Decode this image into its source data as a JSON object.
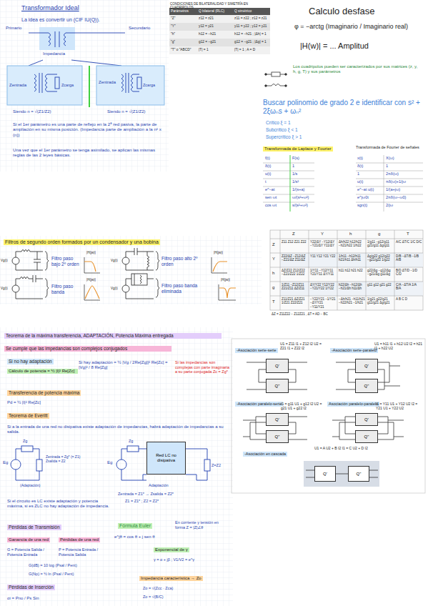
{
  "diagram": {
    "nodes": [
      {
        "text": [
          "Red LC no disipativa"
        ]
      },
      {
        "text": [
          "Q'"
        ]
      },
      {
        "text": [
          "Q''"
        ]
      },
      {
        "text": [
          "Q'"
        ]
      },
      {
        "text": [
          "Q''"
        ]
      },
      {
        "text": [
          "Q'"
        ]
      },
      {
        "text": [
          "Q''"
        ]
      },
      {
        "text": [
          "Q'"
        ]
      },
      {
        "text": [
          "Q''"
        ]
      },
      {
        "text": [
          "Q'"
        ]
      },
      {
        "text": [
          "Q''"
        ]
      }
    ],
    "edges": [
      {
        "from": 9,
        "to": 10,
        "arrow": "none"
      }
    ],
    "labels": [
      "Transformador Ideal",
      "La idea es convertir un (CIF IU(Q)).",
      "Primario",
      "Secundario",
      "Impedancia",
      "Zentrada",
      "Zcarga",
      "Zentrada",
      "Zcarga",
      "Siendo n = √(Z1/Z2)",
      "Siendo n = √(Z1/Z2)",
      "Si el 1er parámetro es una parte de reflejo en la 2ª red pasiva, la parte de ampliación en su misma posición. (Impedancia parte de ampliación a la n² x (n))",
      "Una vez que el 1er parámetro se tenga asimilado, se aplican las mismas reglas de las 2 leyes básicas.",
      "CONDICIONES DE BILATERALIDAD Y SIMETRÍA EN CUADRIPOLOS",
      "Parámetros",
      "Q bilateral (RLC)",
      "Q simétrico",
      "\"Z\"",
      "z12 = z21",
      "z11 = z22 ; z12 = z21",
      "\"Y\"",
      "y12 = y21",
      "y11 = y22 ; y12 = y21",
      "\"h\"",
      "h12 = −h21",
      "h12 = −h21 ; |Δh| = 1",
      "\"g\"",
      "g12 = −g21",
      "g12 = −g21 ; |Δg| = 1",
      "\"T\" o \"ABCD\"",
      "|T| = 1",
      "|T| = 1 ; A = D",
      "Calculo desfase",
      "φ = −arctg (Imaginario / Imaginario real)",
      "|H(w)| = ... Amplitud",
      "Los cuadripolos pueden ser caracterizados por sus matrices (z, y, h, g, T) y sus parámetros",
      "Buscar polinomio de grado 2 e identificar con s² + 2ξωₙs + ωₙ²",
      "Crítico ξ = 1",
      "Subcrítico ξ < 1",
      "Supercrítico ξ > 1",
      "Transformada de Laplace y Fourier",
      "Transformada de Fourier de señales",
      "f(t)",
      "F(s)",
      "δ(t)",
      "1",
      "u(t)",
      "1/s",
      "t",
      "1/s²",
      "e^−at",
      "1/(s+a)",
      "sen ωt",
      "ω/(s²+ω²)",
      "cos ωt",
      "s/(s²+ω²)",
      "x(t)",
      "X(ω)",
      "δ(t)",
      "1",
      "1",
      "2πδ(ω)",
      "u(t)",
      "πδ(ω)+1/jω",
      "e^−at u(t)",
      "1/(a+jω)",
      "e^jω0t",
      "2πδ(ω−ω0)",
      "sgn(t)",
      "2/jω",
      "Filtros de segundo orden formados por un condensador y una bobina",
      "Filtro paso bajo 2º orden",
      "Filtro paso alto 2º orden",
      "Filtro paso banda",
      "Filtro paso banda eliminada",
      "Vg(t)",
      "Vg(t)",
      "Vg(t)",
      "Vg(t)",
      "|H(jw)|",
      "|H(jw)|",
      "|H(jw)|",
      "|H(jw)|",
      "Z",
      "Y",
      "h",
      "g",
      "T",
      "Z",
      "Y",
      "h",
      "g",
      "T",
      "Z11 Z12 Z21 Z22",
      "Y22/ΔY −Y12/ΔY −Y21/ΔY Y11/ΔY",
      "Δh/h22 h12/h22 −h21/h22 1/h22",
      "1/g11 −g12/g11 g21/g11 Δg/g11",
      "A/C ΔT/C 1/C D/C",
      "Z22/ΔZ −Z12/ΔZ −Z21/ΔZ Z11/ΔZ",
      "Y11 Y12 Y21 Y22",
      "1/h11 −h12/h11 h21/h11 Δh/h11",
      "Δg/g22 g12/g22 −g21/g22 1/g22",
      "D/B −ΔT/B −1/B A/B",
      "ΔZ/Z22 Z12/Z22 −Z21/Z22 1/Z22",
      "1/Y11 −Y12/Y11 Y21/Y11 ΔY/Y11",
      "h11 h12 h21 h22",
      "g22/Δg −g12/Δg −g21/Δg g11/Δg",
      "B/D ΔT/D −1/D C/D",
      "1/Z11 −Z12/Z11 Z21/Z11 ΔZ/Z11",
      "ΔY/Y22 Y12/Y22 −Y21/Y22 1/Y22",
      "h22/Δh −h12/Δh −h21/Δh h11/Δh",
      "g11 g12 g21 g22",
      "C/A −ΔT/A 1/A B/A",
      "Z11/Z21 ΔZ/Z21 1/Z21 Z22/Z21",
      "−Y22/Y21 −1/Y21 −ΔY/Y21 −Y11/Y21",
      "−Δh/h21 −h11/h21 −h22/h21 −1/h21",
      "1/g21 g22/g21 g11/g21 Δg/g21",
      "A B C D",
      "ΔZ = Z11Z22 − Z12Z21 , ΔT = AD − BC",
      "Teorema de la máxima transferencia, ADAPTACIÓN, Potencia Máxima entregada",
      "Se cumple que las impedancias son complejos conjugados",
      "Si no hay adaptación",
      "Cálculo de potencia = ½ |I|² Re[Zc]",
      "Si hay adaptación = ½ |Vg / 2Re[Zg]|² Re[Zc] = |Vg|² / 8 Re[Zg]",
      "Si las impedancias son complejas con parte imaginaria a su parte conjugada Zc = Zg*",
      "Transferencia de potencia máxima",
      "Pd = ½ |I|² Re[Zc]",
      "Teorema de Everitt",
      "Si a la entrada de una red no disipativa existe adaptación de impedancias, habrá adaptación de impedancias a su salida.",
      "Eg",
      "Zg",
      "Zentrada = Zg* (= Z1) Zsalida = Z2",
      "(Adaptación)",
      "Eg",
      "Zg",
      "Z=Z2",
      "Adaptación",
      "Zentrada = Z1* → Zsalida = Z2*",
      "Z1 = Z1* ; Z2 = Z2*",
      "Si el circuito es LC existe adaptación y potencia máxima, si es ZLC no hay adaptación de impedancia.",
      "Pérdidas de Transmisión",
      "Ganancia de una red",
      "Pérdidas de una red",
      "G = Potencia Salida / Potencia Entrada",
      "P = Potencia Entrada / Potencia Salida",
      "G(dB) = 10 log (Psal / Pent)",
      "G(Np) = ½ ln (Psal / Pent)",
      "Pérdidas de Inserción",
      "αi = Pno / Ps  Sin",
      "Fórmula Euler",
      "e^jθ = cos θ + j sen θ",
      "En corriente y tensión en forma Z = |Z|∠θ",
      "Exponencial de γ",
      "γ = α + jβ ; V1/V2 = e^γ",
      "Impedancia característica → Zo",
      "Zo = √(Zcc · Zca)",
      "Zo = √(B/C)",
      "-Asociación serie-serie",
      "U1 = Z11 I1 + Z12 I2 U2 = Z21 I1 + Z22 I2",
      "-Asociación serie-paralelo",
      "U1 = h11 I1 + h12 U2 I2 = h21 I1 + h22 U2",
      "-Asociación paralelo-serie",
      "I1 = g11 U1 + g12 I2 U2 = g21 U1 + g22 I2",
      "Asociación paralelo-paralelo",
      "I1 = Y11 U1 + Y12 U2 I2 = Y21 U1 + Y22 U2",
      "-Asociación en cascada",
      "U1 = A U2 + B I2 I1 = C U2 + D I2"
    ]
  }
}
